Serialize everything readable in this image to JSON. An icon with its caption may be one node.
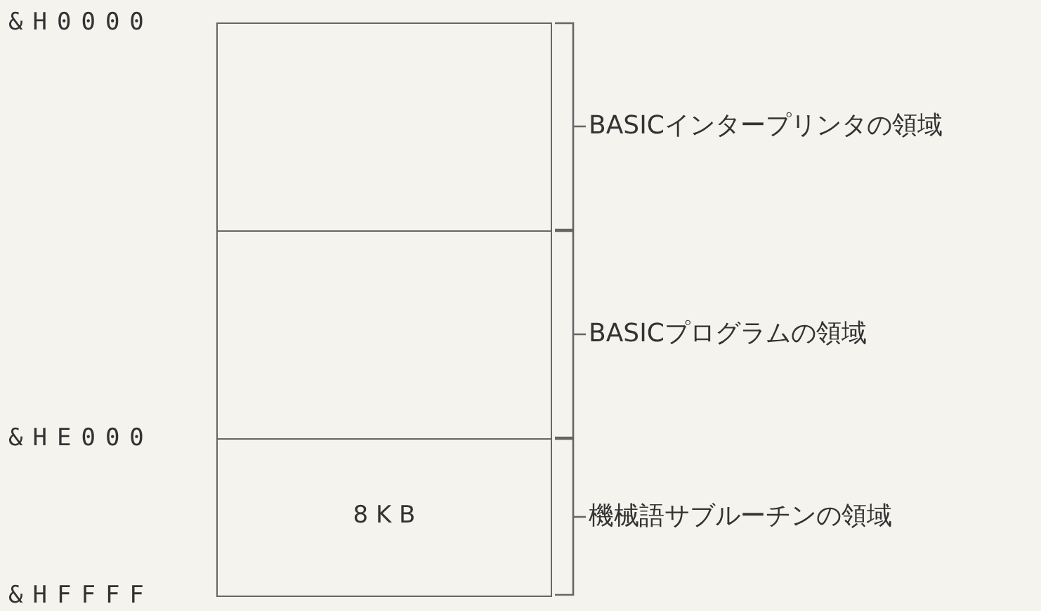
{
  "diagram": {
    "nodes": [
      {
        "text": [],
        "shape": "box",
        "beside": [
          "BASICインタープリンタの領域"
        ]
      },
      {
        "text": [],
        "shape": "box",
        "beside": [
          "BASICプログラムの領域"
        ]
      },
      {
        "text": [
          "8 K B"
        ],
        "beside": [
          "機械語サブルーチンの領域"
        ]
      }
    ],
    "labels": [
      "&H0000",
      "&HE000",
      "&HFFFF"
    ]
  }
}
